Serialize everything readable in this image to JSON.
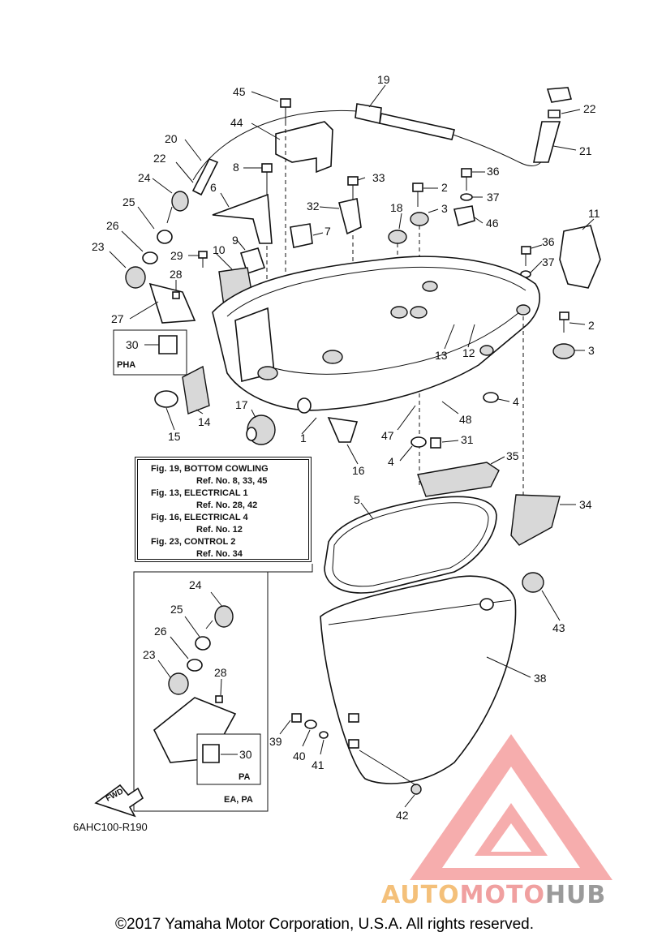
{
  "diagram": {
    "callouts": [
      "45",
      "19",
      "22",
      "44",
      "21",
      "20",
      "8",
      "33",
      "2",
      "36",
      "37",
      "22",
      "6",
      "24",
      "32",
      "18",
      "3",
      "46",
      "25",
      "7",
      "9",
      "26",
      "10",
      "11",
      "23",
      "29",
      "36",
      "28",
      "37",
      "27",
      "30",
      "2",
      "13",
      "12",
      "3",
      "17",
      "4",
      "14",
      "15",
      "47",
      "48",
      "31",
      "1",
      "16",
      "4",
      "35",
      "5",
      "34",
      "24",
      "25",
      "43",
      "26",
      "23",
      "28",
      "38",
      "39",
      "40",
      "30",
      "41",
      "42"
    ],
    "reference_box": {
      "rows": [
        "Fig. 19, BOTTOM COWLING",
        "Ref. No. 8, 33, 45",
        "Fig. 13, ELECTRICAL 1",
        "Ref. No. 28, 42",
        "Fig. 16, ELECTRICAL 4",
        "Ref. No. 12",
        "Fig. 23, CONTROL 2",
        "Ref. No. 34"
      ]
    },
    "inset_labels": {
      "pha": "PHA",
      "pa": "PA",
      "ea_pa": "EA, PA",
      "fwd": "FWD"
    },
    "drawing_code": "6AHC100-R190",
    "copyright": "©2017 Yamaha Motor Corporation, U.S.A. All rights reserved.",
    "watermark": {
      "part1": "AUTO",
      "part2": "MOTO",
      "part3": "HUB",
      "colors": {
        "orange": "#f4c07a",
        "red": "#f0a0a0",
        "gray": "#9a9a9a"
      }
    }
  }
}
